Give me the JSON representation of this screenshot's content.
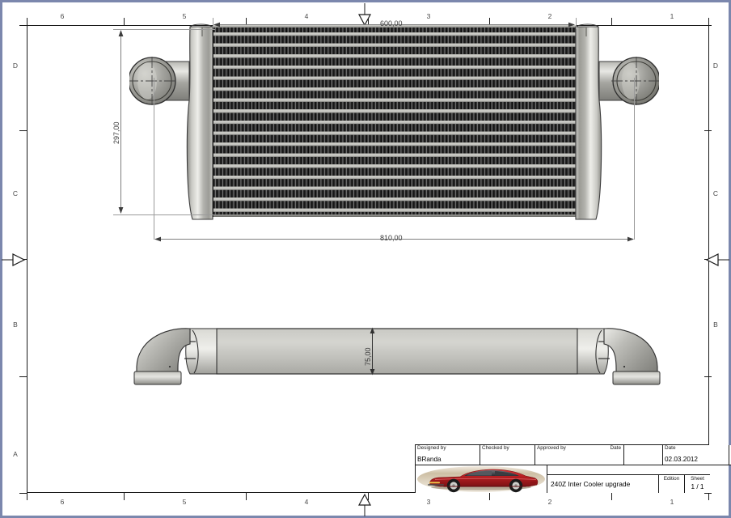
{
  "drawing": {
    "sheet_format": "A-size CAD sheet with zone ruler border",
    "top_ruler": [
      "6",
      "5",
      "4",
      "3",
      "2",
      "1"
    ],
    "bottom_ruler": [
      "6",
      "5",
      "4",
      "3",
      "2",
      "1"
    ],
    "left_zones": [
      "D",
      "C",
      "B",
      "A"
    ],
    "right_zones": [
      "D",
      "C",
      "B",
      "A"
    ]
  },
  "dimensions": {
    "core_width": "600,00",
    "core_height": "297,00",
    "overall_width": "810,00",
    "depth": "75,00"
  },
  "title_block": {
    "designed_by_label": "Designed by",
    "designed_by_value": "BRanda",
    "checked_by_label": "Checked by",
    "checked_by_value": "",
    "approved_by_label": "Approved by",
    "approved_by_value": "",
    "date_label_1": "Date",
    "date_value_1": "",
    "date_label_2": "Date",
    "date_value_2": "02.03.2012",
    "title": "240Z Inter Cooler upgrade",
    "edition_label": "Edition",
    "edition_value": "",
    "sheet_label": "Sheet",
    "sheet_value": "1 / 1",
    "thumbnail_name": "red-240z-car-photo"
  },
  "colors": {
    "page_border": "#7b87ad",
    "frame_line": "#1a1a1a",
    "dimension_line": "#7e7e7e",
    "core_dark": "#0b0b0b",
    "metal_light": "#d8d8d3",
    "metal_mid": "#a8a8a3",
    "metal_dark": "#6e6e6a",
    "car_red": "#b81f22"
  }
}
